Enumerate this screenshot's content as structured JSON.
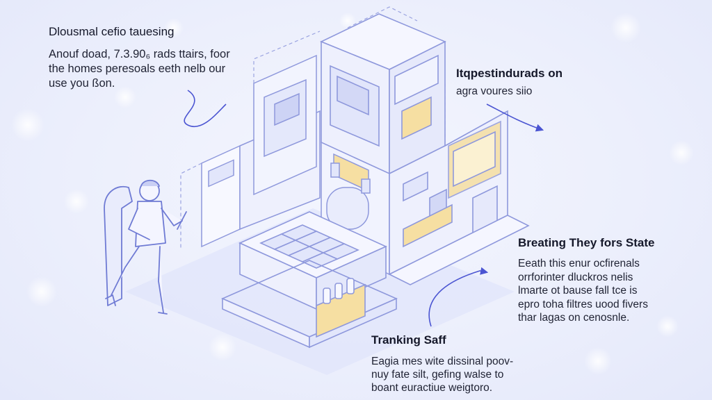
{
  "callouts": {
    "top_left": {
      "title": "Dlousmal cefio tauesing",
      "lines": [
        "Anouf doad, 7.3.90₆ rads ttairs, foor",
        "the homes peresoals eeth nelb our",
        "use you ßon."
      ]
    },
    "top_right": {
      "title": "Itqpestindurads on",
      "lines": [
        "agra voures siio"
      ]
    },
    "mid_right": {
      "title": "Breating They fors State",
      "lines": [
        "Eeath this enur ocfirenals",
        "orrforinter dluckros nelis",
        "lmarte ot bause fall tce is",
        "epro toha filtres uood fivers",
        "thar lagas on cenosnle."
      ]
    },
    "bottom": {
      "title": "Tranking Saff",
      "lines": [
        "Eagia mes wite dissinal poov-",
        "nuy fate silt, gefing walse to",
        "boant euractiue weigtoro."
      ]
    }
  },
  "colors": {
    "background": "#eceffc",
    "outline": "#8e98dc",
    "panel": "#f7f8ff",
    "shade": "#e2e6fb",
    "accent_yellow": "#f6dfa2",
    "arrow": "#4b55d2",
    "text": "#1b1e2e"
  }
}
